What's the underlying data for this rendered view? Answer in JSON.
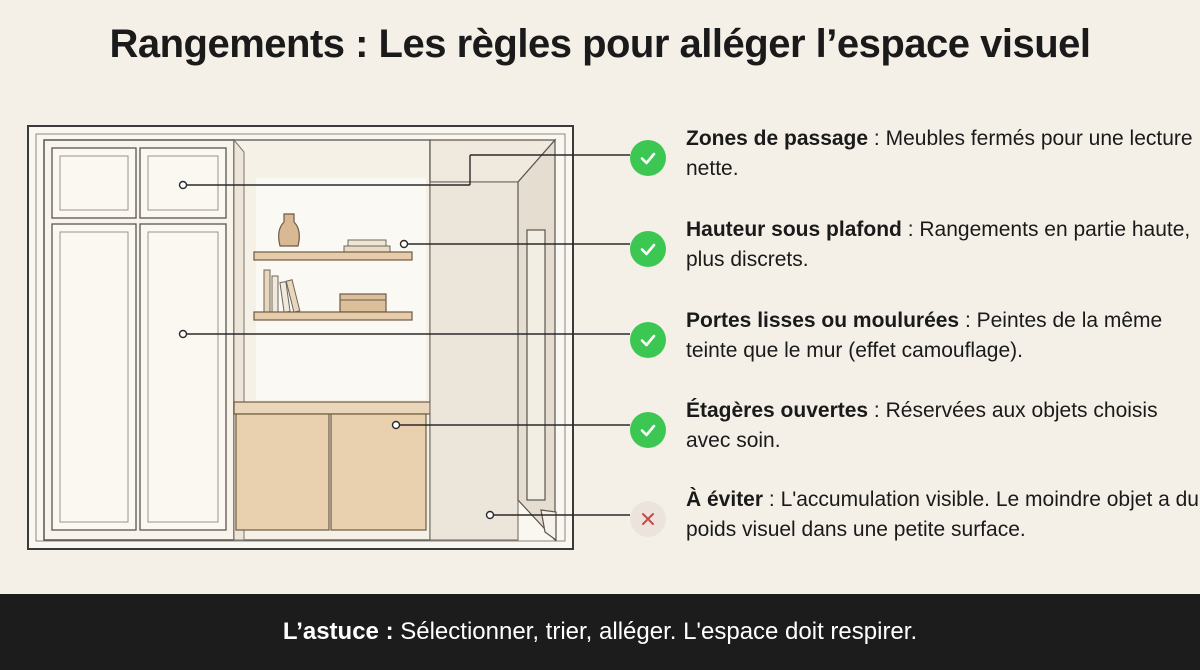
{
  "title": "Rangements : Les règles pour alléger l’espace visuel",
  "rules": [
    {
      "status": "ok",
      "heading": "Zones de passage",
      "body": "Meubles fermés pour une lecture nette."
    },
    {
      "status": "ok",
      "heading": "Hauteur sous plafond",
      "body": "Rangements en partie haute, plus discrets."
    },
    {
      "status": "ok",
      "heading": "Portes lisses ou moulurées",
      "body": "Peintes de la même teinte que le mur (effet camouflage)."
    },
    {
      "status": "ok",
      "heading": "Étagères ouvertes",
      "body": "Réservées aux objets choisis avec soin."
    },
    {
      "status": "avoid",
      "heading": "À éviter",
      "body": "L'accumulation visible. Le moindre objet a du poids visuel dans une petite surface."
    }
  ],
  "separator": " : ",
  "footer": {
    "lead": "L’astuce",
    "separator": " : ",
    "text": "Sélectionner, trier, alléger. L'espace doit respirer."
  },
  "colors": {
    "ok": "#3cc752",
    "avoid": "#c64b45",
    "background": "#f4f0e8",
    "footer_bg": "#1c1c1c",
    "wood": "#e6ccab"
  },
  "icons": {
    "ok": "check-circle-icon",
    "avoid": "cross-circle-icon"
  }
}
